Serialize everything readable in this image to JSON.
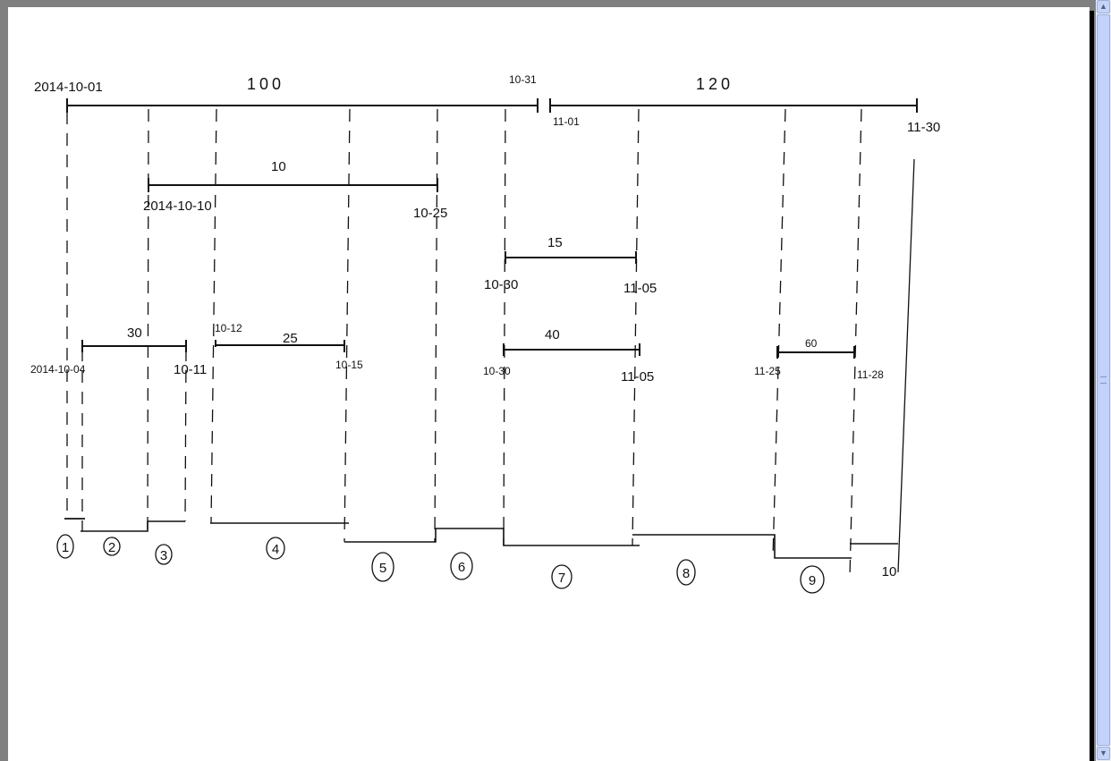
{
  "diagram": {
    "segments": [
      {
        "value": "100",
        "start": "2014-10-01",
        "end": "10-31"
      },
      {
        "value": "120",
        "start": "11-01",
        "end": "11-30"
      },
      {
        "value": "10",
        "start": "2014-10-10",
        "end": "10-25"
      },
      {
        "value": "15",
        "start": "10-30",
        "end": "11-05"
      },
      {
        "value": "30",
        "start": "2014-10-04",
        "end": "10-11"
      },
      {
        "value": "25",
        "start": "10-12",
        "end": "10-15"
      },
      {
        "value": "40",
        "start": "10-30",
        "end": "11-05"
      },
      {
        "value": "60",
        "start": "11-25",
        "end": "11-28"
      }
    ],
    "intervals": [
      "1",
      "2",
      "3",
      "4",
      "5",
      "6",
      "7",
      "8",
      "9",
      "10"
    ]
  },
  "scrollbar": {
    "up_icon": "chevron-up-icon",
    "down_icon": "chevron-down-icon"
  }
}
